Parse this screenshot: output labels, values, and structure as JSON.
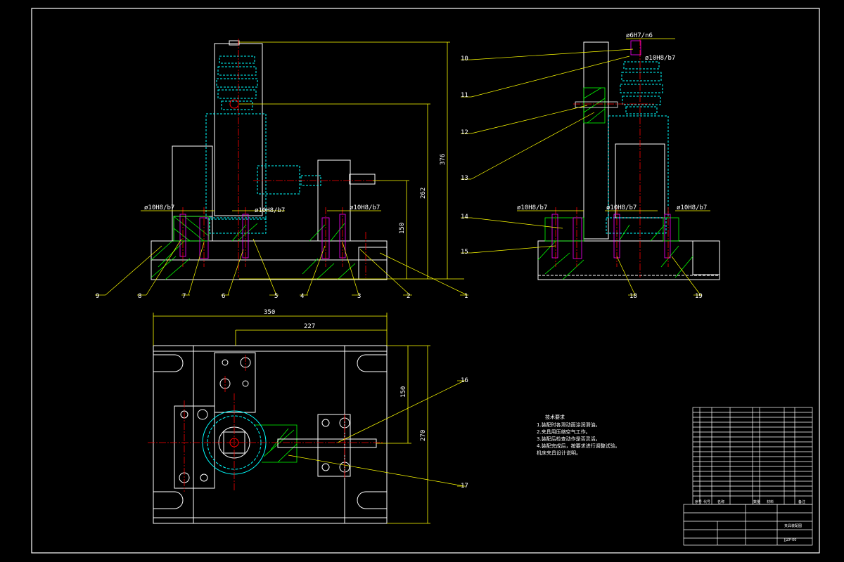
{
  "colors": {
    "background": "#000000",
    "outline": "#ffffff",
    "dimension": "#ffff00",
    "hidden": "#00ffff",
    "center": "#ff0000",
    "section": "#00ff00",
    "bolt": "#ff00ff"
  },
  "front_view": {
    "dims": {
      "total_height": "376",
      "cylinder_axis": "262",
      "rod_axis": "150"
    },
    "fits": [
      "ø10H8/b7",
      "ø10H8/b7",
      "ø10H8/b7"
    ],
    "balloons": [
      "9",
      "8",
      "7",
      "6",
      "5",
      "4",
      "3",
      "2",
      "1"
    ]
  },
  "side_view": {
    "fits": [
      "ø6H7/n6",
      "ø10H8/b7",
      "ø10H8/b7",
      "ø10H8/b7"
    ],
    "balloons": [
      "10",
      "11",
      "12",
      "13",
      "14",
      "15",
      "18",
      "19"
    ]
  },
  "top_view": {
    "dims": {
      "width": "350",
      "offset": "227",
      "depth": "270",
      "center": "150"
    },
    "balloons": [
      "16",
      "17"
    ]
  },
  "tech_notes": {
    "title": "技术要求",
    "lines": [
      "1.装配时各滑动面涂润滑油。",
      "2.夹具用压缩空气工作。",
      "3.装配后检查动作是否灵活。",
      "4.装配完成后，按要求进行调整试验。",
      "机床夹具设计说明。"
    ]
  },
  "title_block": {
    "header_cells": [
      "序号",
      "代号",
      "名称",
      "数量",
      "材料",
      "备注"
    ],
    "drawing_title": "夹具装配图",
    "drawing_no": "JJZP-00"
  }
}
